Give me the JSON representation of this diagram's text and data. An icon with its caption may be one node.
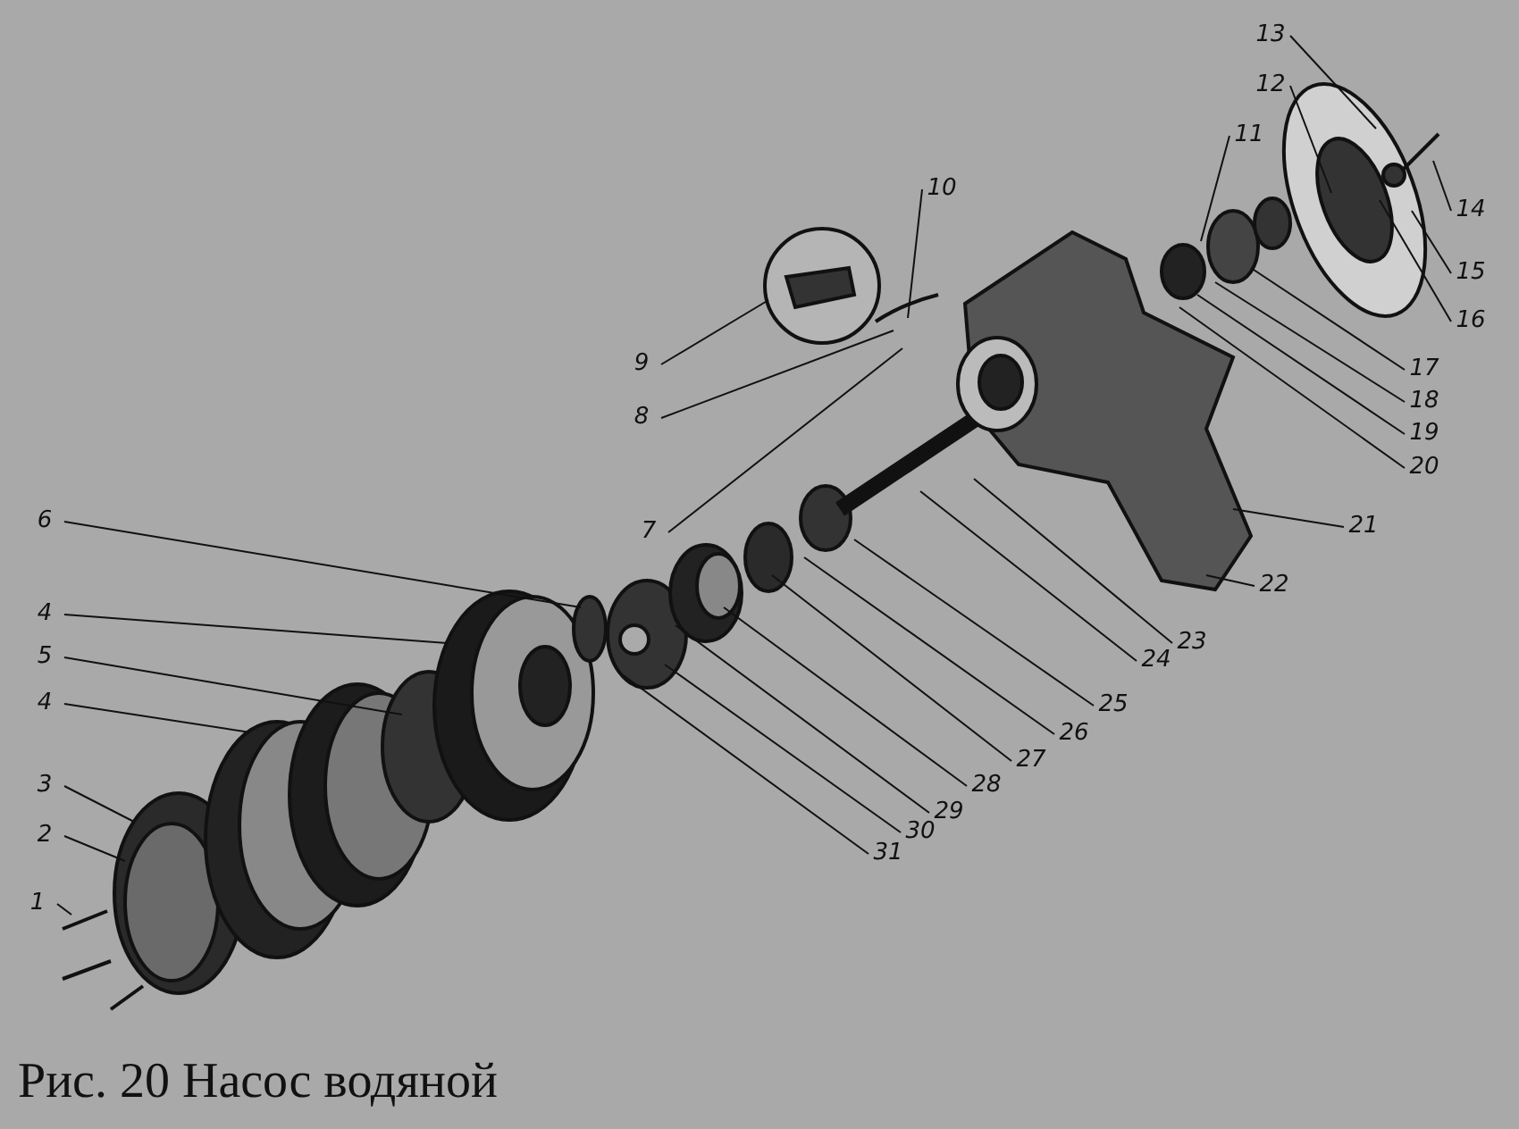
{
  "diagram": {
    "caption": "Рис. 20 Насос водяной",
    "nodes": [
      {
        "text": [
          "13"
        ]
      },
      {
        "text": [
          "12"
        ]
      },
      {
        "text": [
          "11"
        ]
      },
      {
        "text": [
          "10"
        ]
      },
      {
        "text": [
          "14"
        ]
      },
      {
        "text": [
          "15"
        ]
      },
      {
        "text": [
          "16"
        ]
      },
      {
        "text": [
          "9"
        ]
      },
      {
        "text": [
          "17"
        ]
      },
      {
        "text": [
          "18"
        ]
      },
      {
        "text": [
          "19"
        ]
      },
      {
        "text": [
          "8"
        ]
      },
      {
        "text": [
          "20"
        ]
      },
      {
        "text": [
          "6"
        ]
      },
      {
        "text": [
          "21"
        ]
      },
      {
        "text": [
          "7"
        ]
      },
      {
        "text": [
          "22"
        ]
      },
      {
        "text": [
          "4"
        ]
      },
      {
        "text": [
          "23"
        ]
      },
      {
        "text": [
          "24"
        ]
      },
      {
        "text": [
          "5"
        ]
      },
      {
        "text": [
          "25"
        ]
      },
      {
        "text": [
          "4"
        ]
      },
      {
        "text": [
          "26"
        ]
      },
      {
        "text": [
          "27"
        ]
      },
      {
        "text": [
          "28"
        ]
      },
      {
        "text": [
          "3"
        ]
      },
      {
        "text": [
          "29"
        ]
      },
      {
        "text": [
          "30"
        ]
      },
      {
        "text": [
          "31"
        ]
      },
      {
        "text": [
          "2"
        ]
      },
      {
        "text": [
          "1"
        ]
      }
    ],
    "edges": [
      {
        "from": 0,
        "to": null,
        "arrow": "none"
      },
      {
        "from": 1,
        "to": null,
        "arrow": "none"
      },
      {
        "from": 2,
        "to": null,
        "arrow": "none"
      },
      {
        "from": 3,
        "to": null,
        "arrow": "none"
      },
      {
        "from": 4,
        "to": null,
        "arrow": "none"
      },
      {
        "from": 5,
        "to": null,
        "arrow": "none"
      },
      {
        "from": 6,
        "to": null,
        "arrow": "none"
      },
      {
        "from": 7,
        "to": null,
        "arrow": "none"
      },
      {
        "from": 8,
        "to": null,
        "arrow": "none"
      },
      {
        "from": 9,
        "to": null,
        "arrow": "none"
      },
      {
        "from": 10,
        "to": null,
        "arrow": "none"
      },
      {
        "from": 11,
        "to": null,
        "arrow": "none"
      },
      {
        "from": 12,
        "to": null,
        "arrow": "none"
      },
      {
        "from": 13,
        "to": null,
        "arrow": "none"
      },
      {
        "from": 14,
        "to": null,
        "arrow": "none"
      },
      {
        "from": 15,
        "to": null,
        "arrow": "none"
      },
      {
        "from": 16,
        "to": null,
        "arrow": "none"
      },
      {
        "from": 17,
        "to": null,
        "arrow": "none"
      },
      {
        "from": 18,
        "to": null,
        "arrow": "none"
      },
      {
        "from": 19,
        "to": null,
        "arrow": "none"
      },
      {
        "from": 20,
        "to": null,
        "arrow": "none"
      },
      {
        "from": 21,
        "to": null,
        "arrow": "none"
      },
      {
        "from": 22,
        "to": null,
        "arrow": "none"
      },
      {
        "from": 23,
        "to": null,
        "arrow": "none"
      },
      {
        "from": 24,
        "to": null,
        "arrow": "none"
      },
      {
        "from": 25,
        "to": null,
        "arrow": "none"
      },
      {
        "from": 26,
        "to": null,
        "arrow": "none"
      },
      {
        "from": 27,
        "to": null,
        "arrow": "none"
      },
      {
        "from": 28,
        "to": null,
        "arrow": "none"
      },
      {
        "from": 29,
        "to": null,
        "arrow": "none"
      },
      {
        "from": 30,
        "to": null,
        "arrow": "none"
      },
      {
        "from": 31,
        "to": null,
        "arrow": "none"
      }
    ]
  }
}
